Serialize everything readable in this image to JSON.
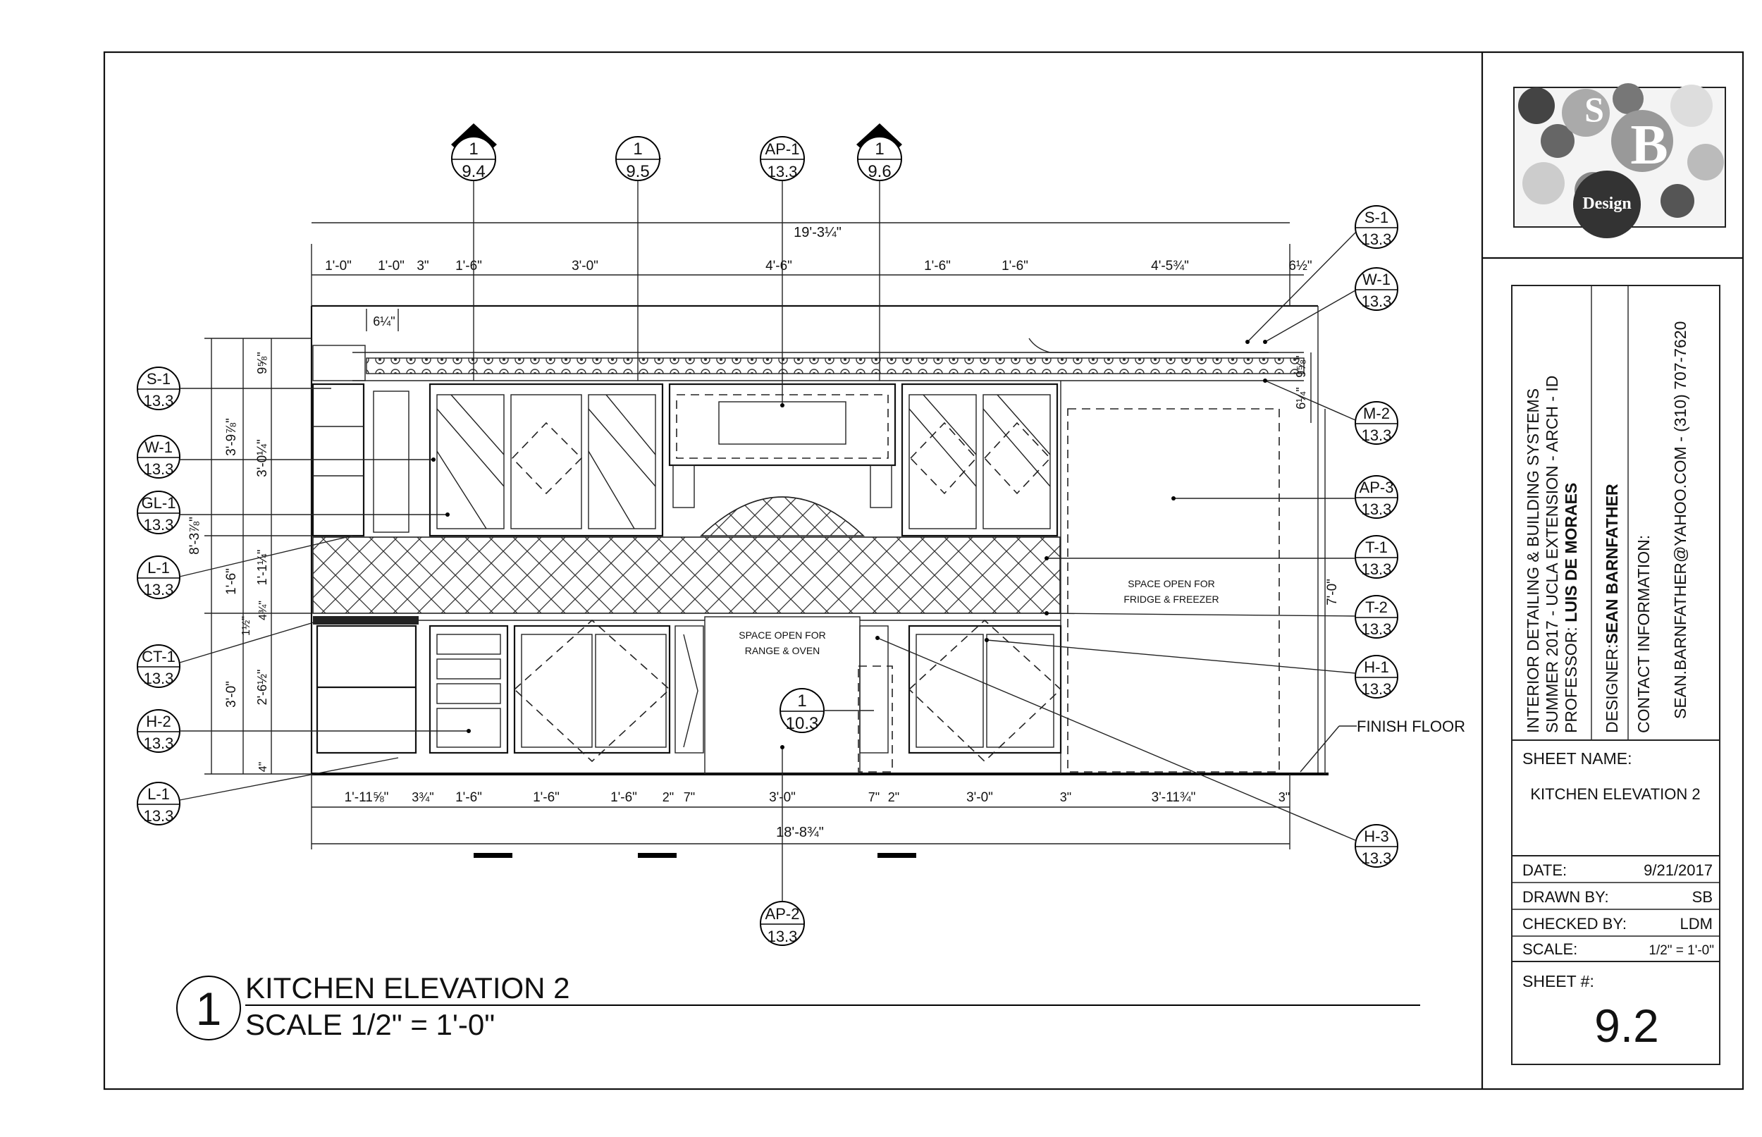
{
  "drawing": {
    "title": "KITCHEN ELEVATION 2",
    "scale": "SCALE 1/2\" = 1'-0\"",
    "number": "1",
    "notes": {
      "fridge": [
        "SPACE OPEN FOR",
        "FRIDGE & FREEZER"
      ],
      "range": [
        "SPACE OPEN FOR",
        "RANGE & OVEN"
      ],
      "finish_floor": "FINISH FLOOR"
    },
    "section_markers": [
      {
        "top": "1",
        "bottom": "9.4"
      },
      {
        "top": "1",
        "bottom": "9.5"
      },
      {
        "top": "AP-1",
        "bottom": "13.3"
      },
      {
        "top": "1",
        "bottom": "9.6"
      },
      {
        "top": "AP-2",
        "bottom": "13.3"
      },
      {
        "top": "1",
        "bottom": "10.3"
      }
    ],
    "left_tags": [
      {
        "top": "S-1",
        "bottom": "13.3"
      },
      {
        "top": "W-1",
        "bottom": "13.3"
      },
      {
        "top": "GL-1",
        "bottom": "13.3"
      },
      {
        "top": "L-1",
        "bottom": "13.3"
      },
      {
        "top": "CT-1",
        "bottom": "13.3"
      },
      {
        "top": "H-2",
        "bottom": "13.3"
      },
      {
        "top": "L-1",
        "bottom": "13.3"
      }
    ],
    "right_tags": [
      {
        "top": "S-1",
        "bottom": "13.3"
      },
      {
        "top": "W-1",
        "bottom": "13.3"
      },
      {
        "top": "M-2",
        "bottom": "13.3"
      },
      {
        "top": "AP-3",
        "bottom": "13.3"
      },
      {
        "top": "T-1",
        "bottom": "13.3"
      },
      {
        "top": "T-2",
        "bottom": "13.3"
      },
      {
        "top": "H-1",
        "bottom": "13.3"
      },
      {
        "top": "H-3",
        "bottom": "13.3"
      }
    ],
    "dimensions_top": {
      "overall": "19'-3¼\"",
      "segments": [
        "1'-0\"",
        "1'-0\"",
        "3\"",
        "1'-6\"",
        "3'-0\"",
        "4'-6\"",
        "1'-6\"",
        "1'-6\"",
        "4'-5¾\"",
        "6½\""
      ],
      "crown": "6¼\""
    },
    "dimensions_bottom": {
      "overall": "18'-8¾\"",
      "segments": [
        "1'-11⅝\"",
        "3¾\"",
        "1'-6\"",
        "1'-6\"",
        "1'-6\"",
        "2\"",
        "7\"",
        "3'-0\"",
        "7\"",
        "2\"",
        "3'-0\"",
        "3\"",
        "3'-11¾\"",
        "3\""
      ]
    },
    "dimensions_left": {
      "overall": "8'-3⅞\"",
      "upper": "3'-9⅞\"",
      "upper_cab": "3'-0¼\"",
      "crown": "9⅝\"",
      "backsplash": "1'-6\"",
      "backsplash_inner": "1'-1¼\"",
      "ct": "1½\"",
      "ct2": "4¾\"",
      "lower": "3'-0\"",
      "lower_cab": "2'-6½\"",
      "toe": "4\""
    },
    "dimensions_right": {
      "crown": "9⅝\"",
      "light": "6¼\"",
      "fridge": "7'-0\""
    }
  },
  "title_block": {
    "logo": {
      "letters": [
        "S",
        "B"
      ],
      "word": "Design"
    },
    "course": "INTERIOR DETAILING & BUILDING SYSTEMS",
    "term": "SUMMER 2017 - UCLA EXTENSION - ARCH - ID",
    "professor_label": "PROFESSOR: ",
    "professor": "LUIS DE MORAES",
    "designer_label": "DESIGNER:",
    "designer": "SEAN BARNFATHER",
    "contact_label": "CONTACT INFORMATION:",
    "contact": "SEAN.BARNFATHER@YAHOO.COM   -   (310) 707-7620",
    "sheet_name_label": "SHEET NAME:",
    "sheet_name": "KITCHEN ELEVATION 2",
    "date_label": "DATE:",
    "date": "9/21/2017",
    "drawn_label": "DRAWN BY:",
    "drawn": "SB",
    "checked_label": "CHECKED BY:",
    "checked": "LDM",
    "scale_label": "SCALE:",
    "scale": "1/2\" = 1'-0\"",
    "sheet_label": "SHEET #:",
    "sheet": "9.2"
  }
}
